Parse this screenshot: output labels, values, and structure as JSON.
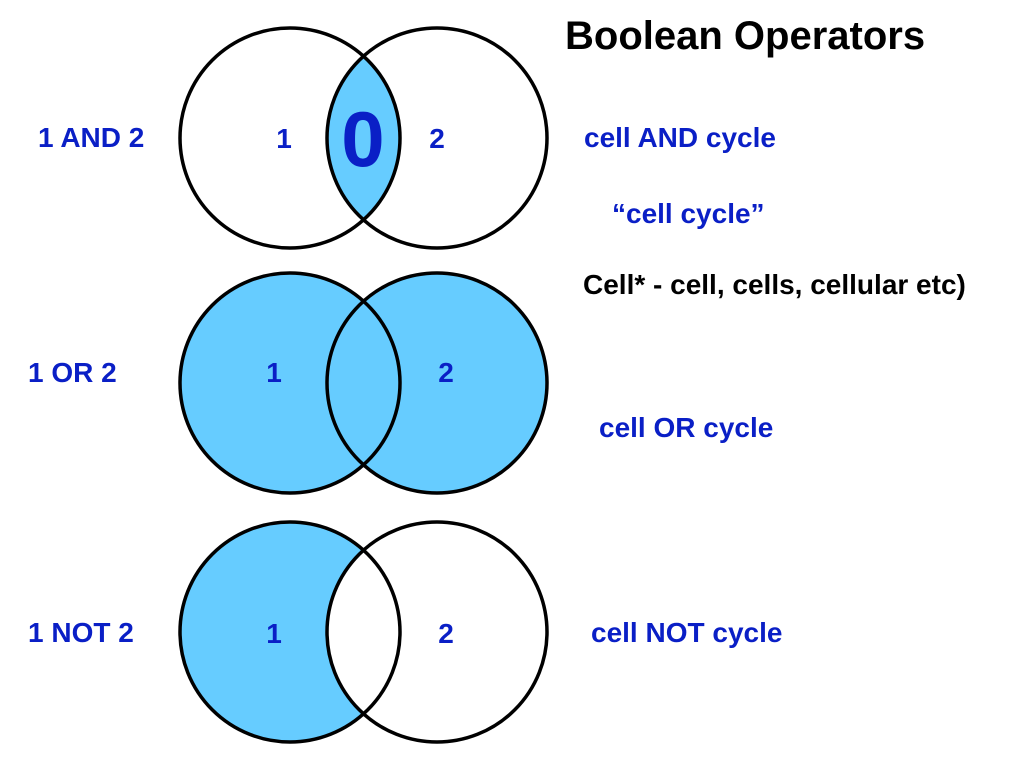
{
  "title": "Boolean Operators",
  "colors": {
    "label": "#0a1fc6",
    "fill": "#66ccff",
    "stroke": "#000000",
    "text": "#000000"
  },
  "operators": [
    {
      "id": "and",
      "label": "1 AND 2",
      "set1_label": "1",
      "set2_label": "2",
      "overlap_label": "0",
      "shaded_region": "intersection",
      "example": "cell AND cycle",
      "phrase_example": "“cell cycle”"
    },
    {
      "id": "or",
      "label": "1 OR 2",
      "set1_label": "1",
      "set2_label": "2",
      "shaded_region": "union",
      "example": "cell OR cycle"
    },
    {
      "id": "not",
      "label": "1 NOT 2",
      "set1_label": "1",
      "set2_label": "2",
      "shaded_region": "set1-only",
      "example": "cell NOT cycle"
    }
  ],
  "truncation_note": "Cell* - cell, cells, cellular etc)"
}
